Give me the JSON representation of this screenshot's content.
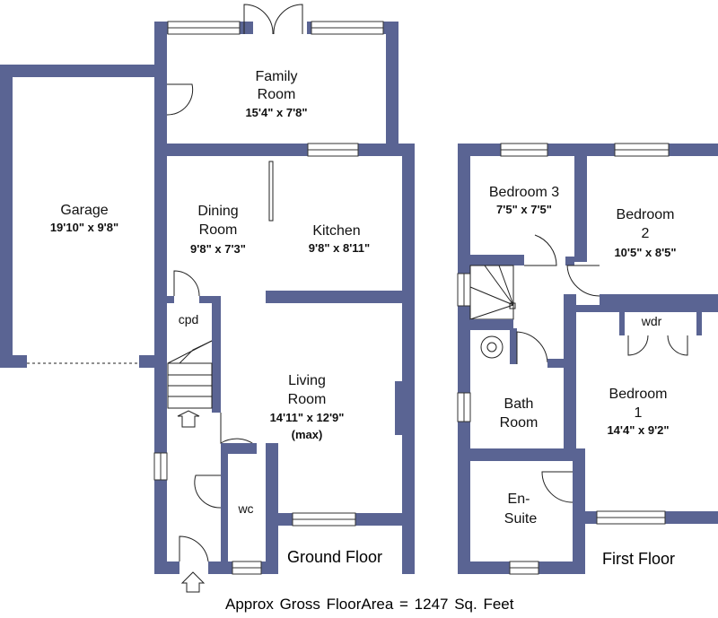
{
  "rooms": {
    "garage": {
      "name": "Garage",
      "dims": "19'10\" x 9'8\""
    },
    "family_room": {
      "name1": "Family",
      "name2": "Room",
      "dims": "15'4\" x 7'8\""
    },
    "dining_room": {
      "name1": "Dining",
      "name2": "Room",
      "dims": "9'8\" x 7'3\""
    },
    "kitchen": {
      "name": "Kitchen",
      "dims": "9'8\" x 8'11\""
    },
    "cpd": {
      "name": "cpd"
    },
    "living_room": {
      "name1": "Living",
      "name2": "Room",
      "dims": "14'11\" x 12'9\"",
      "note": "(max)"
    },
    "wc": {
      "name": "wc"
    },
    "bedroom3": {
      "name": "Bedroom 3",
      "dims": "7'5\" x 7'5\""
    },
    "bedroom2": {
      "name1": "Bedroom",
      "name2": "2",
      "dims": "10'5\" x 8'5\""
    },
    "wdr": {
      "name": "wdr"
    },
    "bedroom1": {
      "name1": "Bedroom",
      "name2": "1",
      "dims": "14'4\" x 9'2\""
    },
    "bathroom": {
      "name1": "Bath",
      "name2": "Room"
    },
    "ensuite": {
      "name1": "En-",
      "name2": "Suite"
    }
  },
  "floors": {
    "ground": "Ground Floor",
    "first": "First Floor"
  },
  "area_text": "Approx Gross FloorArea   =   1247  Sq. Feet",
  "colors": {
    "wall": "#5a6493"
  }
}
